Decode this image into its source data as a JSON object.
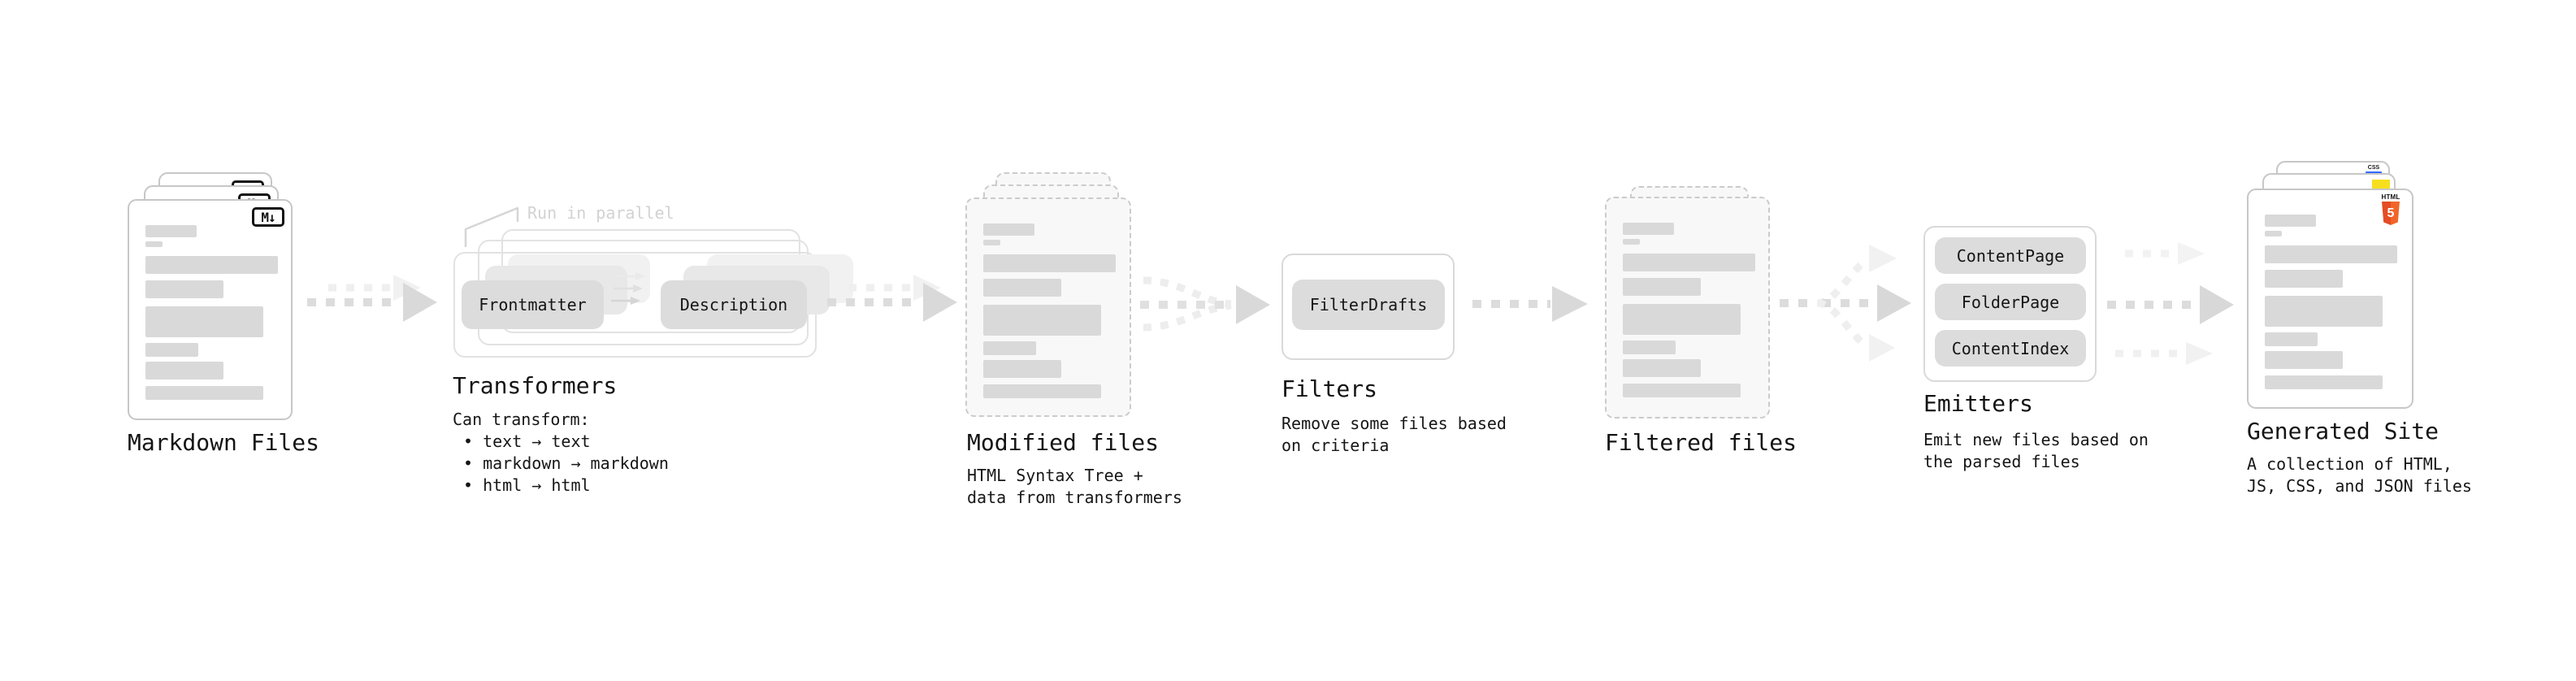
{
  "stages": {
    "markdown": {
      "label": "Markdown Files",
      "badge": "M↓"
    },
    "transformers": {
      "label": "Transformers",
      "annotation": "Run in parallel",
      "pill_left": "Frontmatter",
      "pill_right": "Description",
      "caption_title": "Can transform:",
      "bullets": [
        "• text → text",
        "• markdown → markdown",
        "• html → html"
      ]
    },
    "modified": {
      "label": "Modified files",
      "caption": [
        "HTML Syntax Tree +",
        "data from transformers"
      ]
    },
    "filters": {
      "label": "Filters",
      "pill": "FilterDrafts",
      "caption": [
        "Remove some files based",
        "on criteria"
      ]
    },
    "filtered": {
      "label": "Filtered files"
    },
    "emitters": {
      "label": "Emitters",
      "pills": [
        "ContentPage",
        "FolderPage",
        "ContentIndex"
      ],
      "caption": [
        "Emit new files based on",
        "the parsed files"
      ]
    },
    "generated": {
      "label": "Generated Site",
      "caption": [
        "A collection of HTML,",
        "JS, CSS, and JSON files"
      ],
      "badges": {
        "css": "CSS",
        "html_word": "HTML",
        "html_number": "5"
      }
    }
  },
  "colors": {
    "html5_dark": "#e44d26",
    "html5_light": "#f16529",
    "js_yellow": "#f7df1e",
    "css_blue": "#2f6bff",
    "placeholder_bar": "#d9d9d9",
    "arrow_dark": "#dcdcdc",
    "arrow_light": "#efefef"
  }
}
